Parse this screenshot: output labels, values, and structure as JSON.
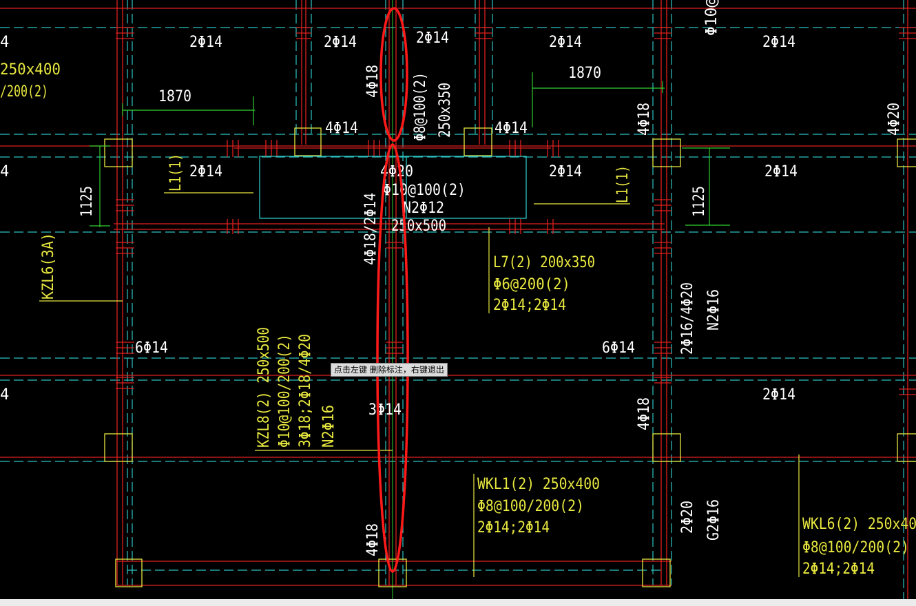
{
  "colors": {
    "background": "#000000",
    "axis_red": "#e02020",
    "beam_cyan": "#2ec4c4",
    "dim_green": "#30d030",
    "column_yellow": "#e8e840",
    "highlight_red": "#ff1a1a"
  },
  "tooltip": "点击左键 删除标注，右键退出",
  "texts": {
    "t1": "2Φ14",
    "t2": "2Φ14",
    "t3": "2Φ14",
    "t4": "2Φ14",
    "t5": "2Φ14",
    "t6": "250x400",
    "t7": "/200(2)",
    "t8": "1870",
    "t9": "1870",
    "t10": "4Φ18",
    "t11": "Φ8@100(2)",
    "t12": "250x350",
    "t13": "4Φ14",
    "t14": "4Φ14",
    "t15": "4Φ18",
    "t16": "4Φ20",
    "t17": "L1(1)",
    "t18": "2Φ14",
    "t19": "4Φ20",
    "t20": "Φ10@100(2)",
    "t21": "N2Φ12",
    "t22": "250x500",
    "t23": "2Φ14",
    "t24": "L1(1)",
    "t25": "2Φ14",
    "t26": "1125",
    "t27": "1125",
    "t28": "KZL6(3A)",
    "t29": "4Φ18/2Φ14",
    "t30": "L7(2) 200x350",
    "t31": "Φ6@200(2)",
    "t32": "2Φ14;2Φ14",
    "t33": "2Φ16/4Φ20",
    "t34": "N2Φ16",
    "t35": "6Φ14",
    "t36": "6Φ14",
    "t37": "KZL8(2) 250x500",
    "t38": "Φ10@100/200(2)",
    "t39": "3Φ18;2Φ18/4Φ20",
    "t40": "N2Φ16",
    "t41": "3Φ14",
    "t42": "2Φ14",
    "t43": "4Φ18",
    "t44": "WKL1(2) 250x400",
    "t45": "Φ8@100/200(2)",
    "t46": "2Φ14;2Φ14",
    "t47": "2Φ20",
    "t48": "G2Φ16",
    "t49": "WKL6(2) 250x400",
    "t50": "Φ8@100/200(2)",
    "t51": "2Φ14;2Φ14",
    "t52": "4Φ18",
    "t53": "Φ10@",
    "t54": "4",
    "t55": "4",
    "t56": "4"
  }
}
